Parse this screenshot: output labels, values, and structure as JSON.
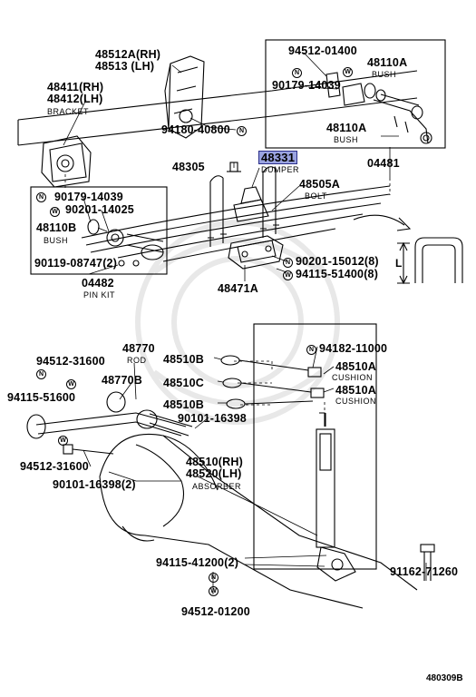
{
  "callouts": {
    "p48512": "48512A(RH)",
    "p48513": "48513  (LH)",
    "p48411": "48411(RH)",
    "p48412": "48412(LH)",
    "bracket": "BRACKET",
    "p94180": "94180-40800",
    "p94512_01400": "94512-01400",
    "p48110A_top": "48110A",
    "bush_top": "BUSH",
    "p90179_top": "90179-14039",
    "p48110A_mid": "48110A",
    "bush_mid": "BUSH",
    "p48331": "48331",
    "damper": "DUMPER",
    "p48305": "48305",
    "p04481": "04481",
    "p48505A": "48505A",
    "bolt": "BOLT",
    "p90179_left": "90179-14039",
    "p90201_14025": "90201-14025",
    "p48110B": "48110B",
    "bush_left": "BUSH",
    "p90119": "90119-08747(2)",
    "p04482": "04482",
    "pinkit": "PIN KIT",
    "p90201_15012": "90201-15012(8)",
    "p94115_51400": "94115-51400(8)",
    "p48471A": "48471A",
    "p48770": "48770",
    "rod": "ROD",
    "p94512_31600_top": "94512-31600",
    "p94115_51600": "94115-51600",
    "p48770B": "48770B",
    "p48510B_1": "48510B",
    "p48510C": "48510C",
    "p48510B_2": "48510B",
    "p94182": "94182-11000",
    "p48510A_1": "48510A",
    "cushion_1": "CUSHION",
    "p48510A_2": "48510A",
    "cushion_2": "CUSHION",
    "p90101_16398": "90101-16398",
    "p94512_31600_bot": "94512-31600",
    "p90101_16398_2": "90101-16398(2)",
    "p48510": "48510(RH)",
    "p48520": "48520(LH)",
    "absorber": "ABSORBER",
    "p94115_41200": "94115-41200(2)",
    "p94512_01200": "94512-01200",
    "p91162": "91162-71260",
    "diagram_code": "480309B",
    "sym_n": "N",
    "sym_w": "W",
    "dim_L": "L"
  },
  "highlight_color": "#9aa3e0"
}
